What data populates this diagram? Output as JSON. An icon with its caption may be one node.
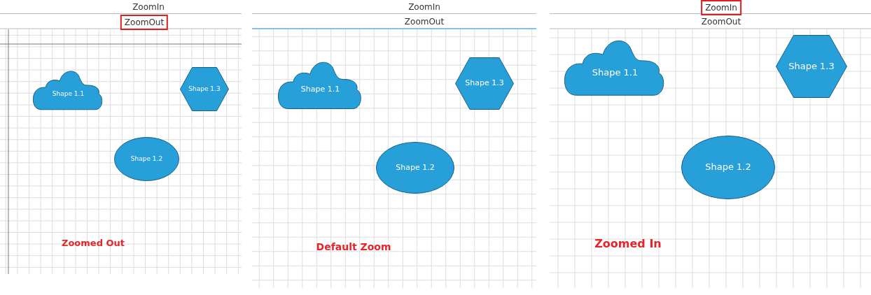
{
  "diagram": {
    "nodes": [
      {
        "text": [
          "Shape 1.1"
        ]
      },
      {
        "text": [
          "Shape 1.3"
        ]
      },
      {
        "text": [
          "Shape 1.2"
        ]
      },
      {
        "text": [
          "Shape 1.1"
        ]
      },
      {
        "text": [
          "Shape 1.3"
        ]
      },
      {
        "text": [
          "Shape 1.2"
        ]
      },
      {
        "text": [
          "Shape 1.1"
        ]
      },
      {
        "text": [
          "Shape 1.3"
        ]
      },
      {
        "text": [
          "Shape 1.2"
        ]
      }
    ],
    "labels": [
      "ZoomIn",
      "ZoomOut",
      "Zoomed Out",
      "ZoomIn",
      "ZoomOut",
      "Default Zoom",
      "ZoomIn",
      "ZoomOut",
      "Zoomed In"
    ]
  }
}
